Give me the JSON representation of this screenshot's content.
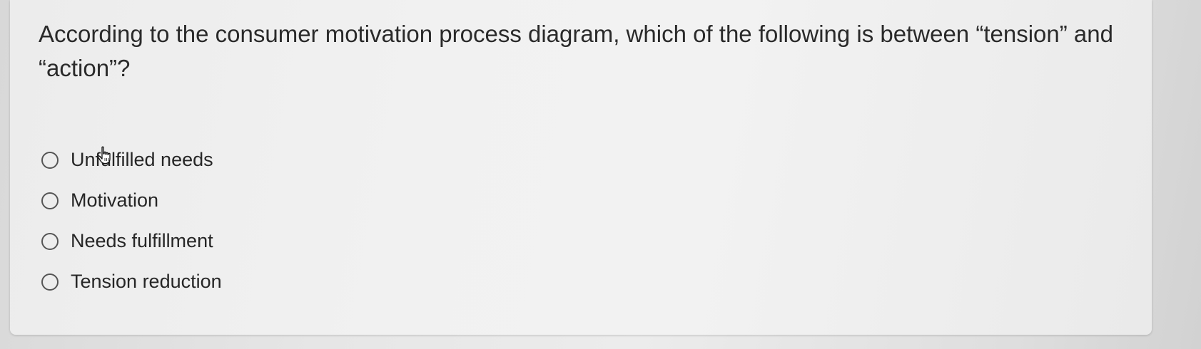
{
  "question": {
    "text": "According to the consumer motivation process diagram, which of the following is between “tension” and “action”?"
  },
  "options": [
    {
      "label": "Unfulfilled needs"
    },
    {
      "label": "Motivation"
    },
    {
      "label": "Needs fulfillment"
    },
    {
      "label": "Tension reduction"
    }
  ],
  "cursor": {
    "icon": "hand-pointer-icon"
  },
  "colors": {
    "text": "#2a2a2a",
    "radio_border": "#555555",
    "card": "#f0f0f0"
  }
}
